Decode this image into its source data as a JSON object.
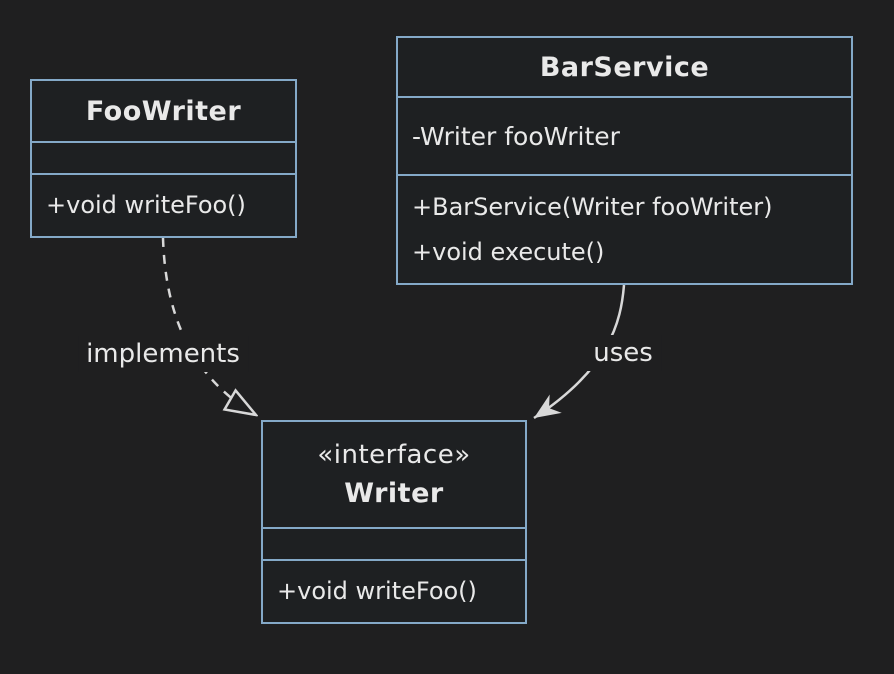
{
  "diagram": {
    "type": "uml-class-diagram",
    "colors": {
      "background": "#1f1f20",
      "box_fill": "#1e2022",
      "border": "#84a9c8",
      "text": "#e9e9e9",
      "edge": "#d8d8d8"
    },
    "classes": [
      {
        "name": "FooWriter",
        "stereotype": "",
        "attributes": [],
        "methods": [
          "+void writeFoo()"
        ]
      },
      {
        "name": "BarService",
        "stereotype": "",
        "attributes": [
          "-Writer fooWriter"
        ],
        "methods": [
          "+BarService(Writer fooWriter)",
          "+void execute()"
        ]
      },
      {
        "name": "Writer",
        "stereotype": "«interface»",
        "attributes": [],
        "methods": [
          "+void writeFoo()"
        ]
      }
    ],
    "relations": [
      {
        "from": "FooWriter",
        "to": "Writer",
        "type": "realization",
        "line_style": "dashed",
        "arrowhead": "hollow-triangle",
        "label": "implements"
      },
      {
        "from": "BarService",
        "to": "Writer",
        "type": "dependency",
        "line_style": "solid",
        "arrowhead": "concave-filled",
        "label": "uses"
      }
    ]
  }
}
